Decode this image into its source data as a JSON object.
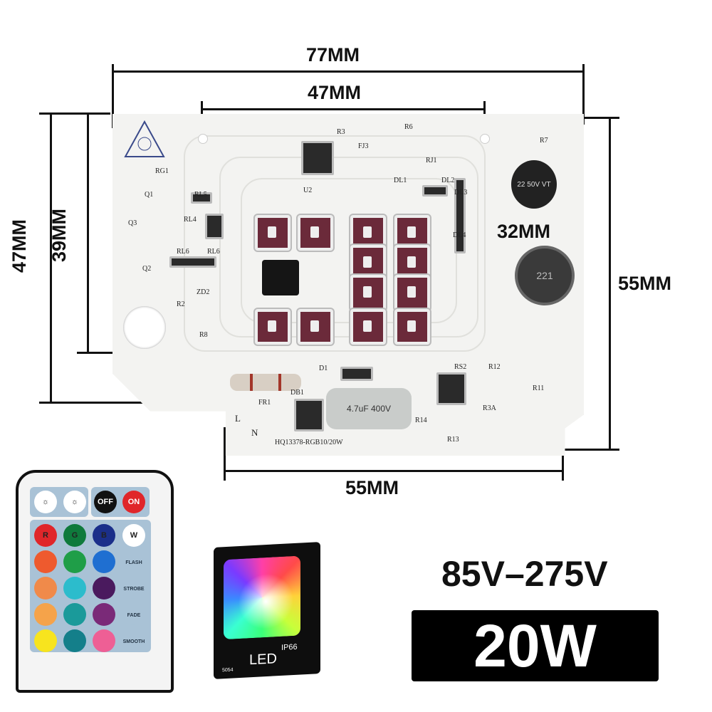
{
  "dimensions": {
    "top_outer": "77MM",
    "top_inner": "47MM",
    "left_outer": "47MM",
    "left_inner": "39MM",
    "inner_vertical": "32MM",
    "right": "55MM",
    "bottom": "55MM"
  },
  "pcb": {
    "model": "HQ13378-RGB10/20W",
    "labels": [
      "RG1",
      "Q1",
      "RL5",
      "RL4",
      "Q3",
      "RL6",
      "RL6",
      "Q2",
      "R8",
      "ZD2",
      "R2",
      "R3",
      "R6",
      "FJ3",
      "RJ1",
      "U2",
      "DL1",
      "DL2",
      "DL3",
      "DL4",
      "R7",
      "D1",
      "DB1",
      "FR1",
      "L",
      "N",
      "RS2",
      "R14",
      "R13",
      "R3A",
      "R11",
      "R12"
    ],
    "capacitor_text": "22 50V VT",
    "inductor_text": "221",
    "electrolytic_text": "4.7uF 400V"
  },
  "remote": {
    "top": [
      "brightness-up",
      "brightness-down",
      "OFF",
      "ON"
    ],
    "color_row": [
      "R",
      "G",
      "B",
      "W"
    ],
    "side": [
      "FLASH",
      "STROBE",
      "FADE",
      "SMOOTH"
    ],
    "colors": [
      "#e0262a",
      "#0f7a3c",
      "#1b2f8a",
      "#ee5a2e",
      "#1f9e48",
      "#1f6fd1",
      "#f08a4a",
      "#2cbccc",
      "#4a1a5e",
      "#f5a34a",
      "#1a9a9a",
      "#7a2a78",
      "#f7e41e",
      "#147f8a",
      "#ee5f95"
    ]
  },
  "floodlight": {
    "brand": "LED",
    "rating": "IP66",
    "chip": "5054"
  },
  "specs": {
    "voltage": "85V–275V",
    "power": "20W"
  }
}
